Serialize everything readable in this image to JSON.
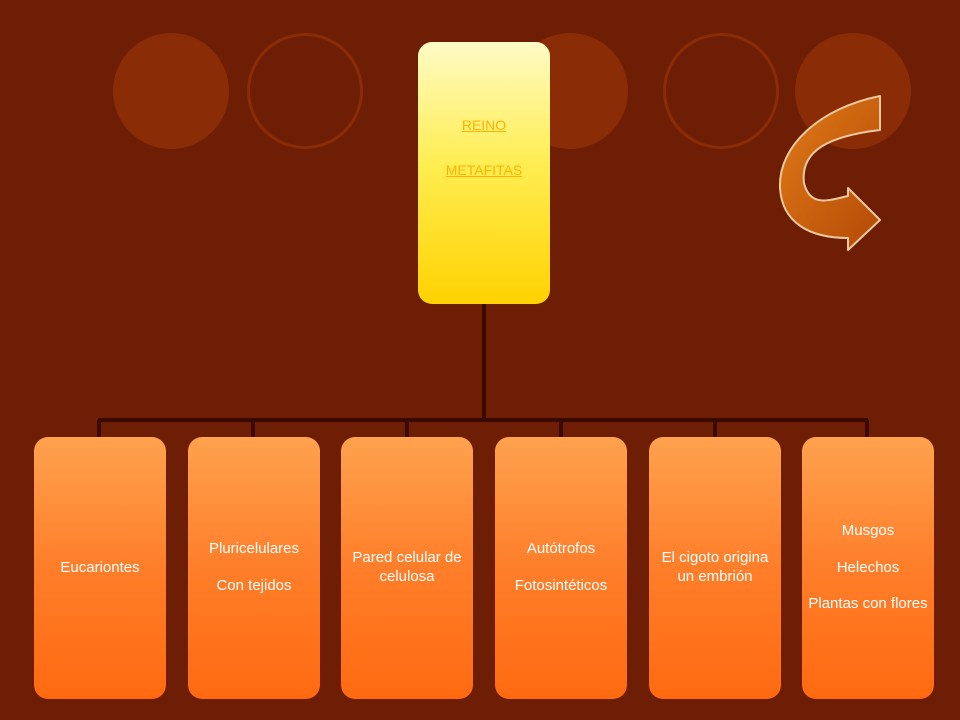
{
  "diagram": {
    "root": {
      "lines": [
        "REINO",
        "METAFITAS"
      ]
    },
    "children": [
      {
        "lines": [
          "Eucariontes"
        ]
      },
      {
        "lines": [
          "Pluricelulares",
          "Con tejidos"
        ]
      },
      {
        "lines": [
          "Pared celular de celulosa"
        ]
      },
      {
        "lines": [
          "Autótrofos",
          "Fotosintéticos"
        ]
      },
      {
        "lines": [
          "El cigoto origina un embrión"
        ]
      },
      {
        "lines": [
          "Musgos",
          "Helechos",
          "Plantas con flores"
        ]
      }
    ]
  },
  "colors": {
    "background": "#6e1e05",
    "circle": "#8a2c06",
    "connector": "#3a0a00",
    "root_fill": "#ffe21a",
    "root_text": "#ffb300",
    "child_fill": "#ff7a24",
    "arrow_fill": "#c85a0a"
  }
}
